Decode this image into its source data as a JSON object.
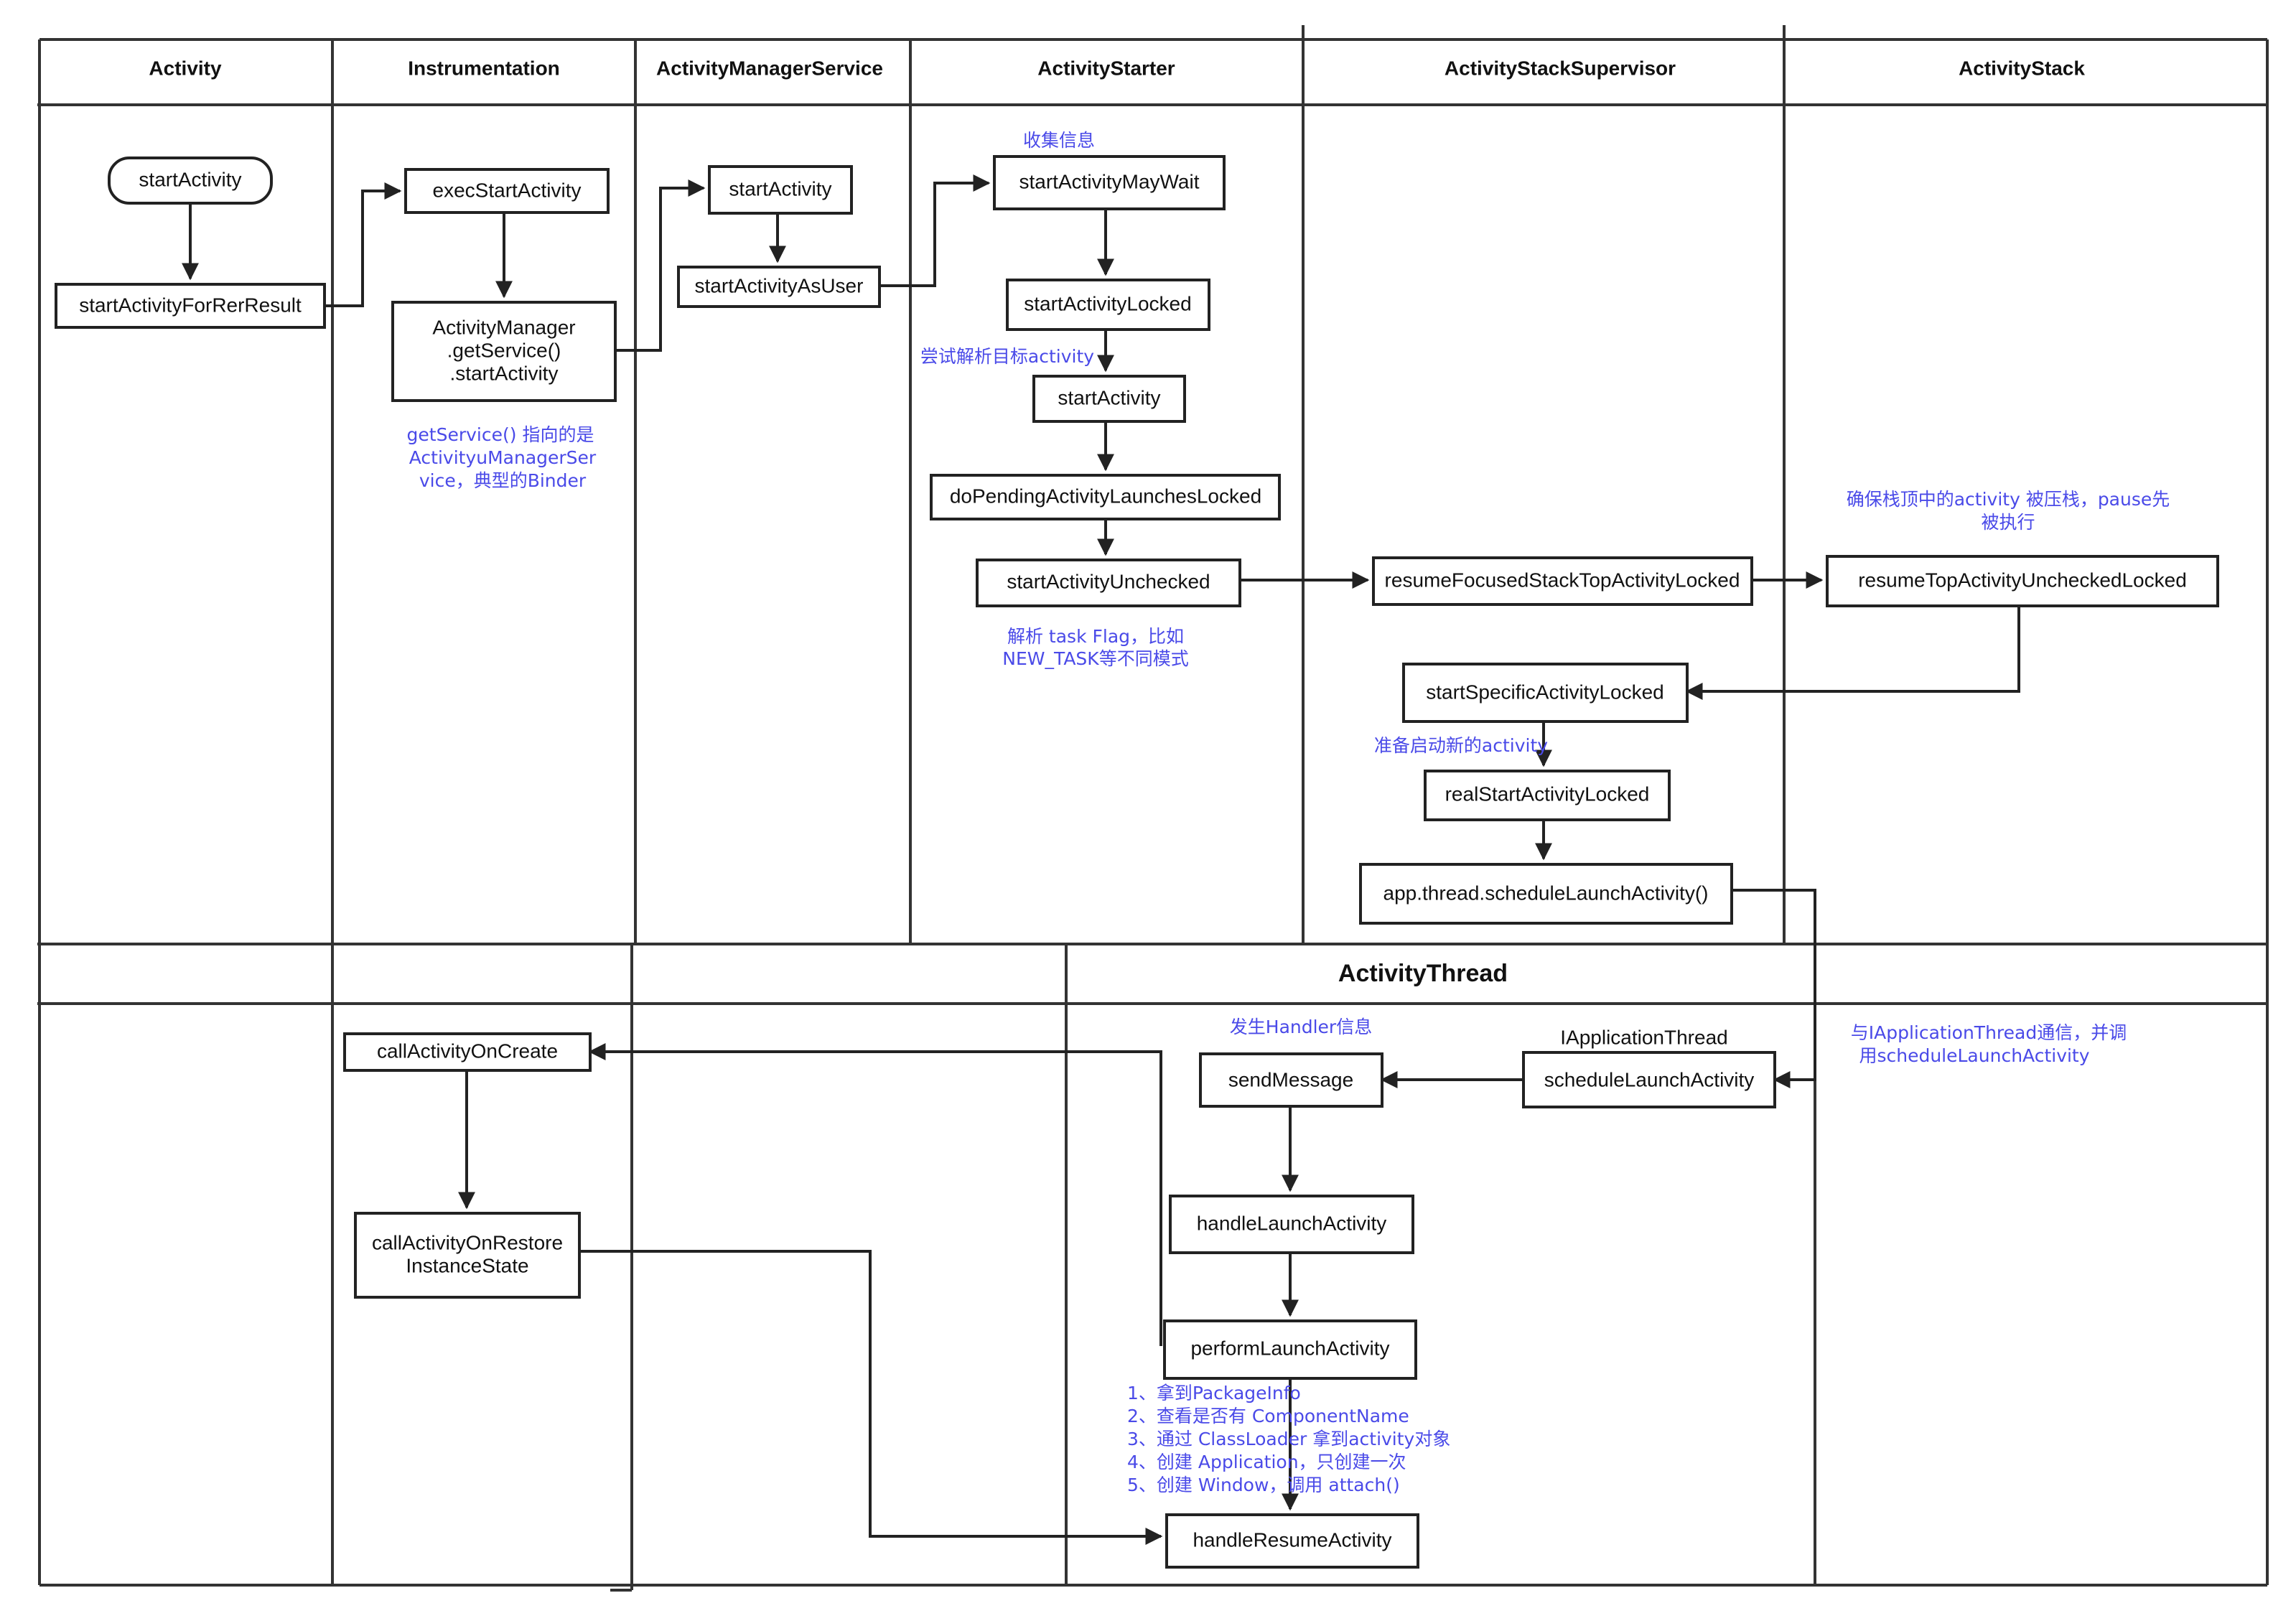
{
  "lanes": {
    "activity": "Activity",
    "instrumentation": "Instrumentation",
    "ams": "ActivityManagerService",
    "starter": "ActivityStarter",
    "supervisor": "ActivityStackSupervisor",
    "stack": "ActivityStack",
    "thread": "ActivityThread"
  },
  "nodes": {
    "start_activity": "startActivity",
    "start_for_result": "startActivityForRerResult",
    "exec_start": "execStartActivity",
    "am_get_service": [
      "ActivityManager",
      ".getService()",
      ".startActivity"
    ],
    "ams_start": "startActivity",
    "ams_start_as_user": "startActivityAsUser",
    "may_wait": "startActivityMayWait",
    "locked": "startActivityLocked",
    "starter_start": "startActivity",
    "pending": "doPendingActivityLaunchesLocked",
    "unchecked": "startActivityUnchecked",
    "resume_focused": "resumeFocusedStackTopActivityLocked",
    "resume_top": "resumeTopActivityUncheckedLocked",
    "specific": "startSpecificActivityLocked",
    "real_start": "realStartActivityLocked",
    "schedule_app": "app.thread.scheduleLaunchActivity()",
    "call_on_create": "callActivityOnCreate",
    "call_restore": [
      "callActivityOnRestore",
      "InstanceState"
    ],
    "send_message": "sendMessage",
    "schedule_launch": "scheduleLaunchActivity",
    "handle_launch": "handleLaunchActivity",
    "perform_launch": "performLaunchActivity",
    "handle_resume": "handleResumeActivity"
  },
  "labels": {
    "iapplication_thread": "IApplicationThread"
  },
  "notes": {
    "get_service": [
      "getService() 指向的是",
      "ActivityuManagerSer",
      "vice，典型的Binder"
    ],
    "collect": "收集信息",
    "try_resolve": "尝试解析目标activity",
    "parse_flag": [
      "解析 task Flag，比如",
      "NEW_TASK等不同模式"
    ],
    "ensure_top": [
      "确保栈顶中的activity 被压栈，pause先",
      "被执行"
    ],
    "prepare_new": "准备启动新的activity",
    "comm_iapp": [
      "与IApplicationThread通信，并调",
      "用scheduleLaunchActivity"
    ],
    "send_handler": "发生Handler信息",
    "perform_steps": [
      "1、拿到PackageInfo",
      "2、查看是否有 ComponentName",
      "3、通过 ClassLoader 拿到activity对象",
      "4、创建 Application，只创建一次",
      "5、创建 Window，调用 attach()"
    ]
  }
}
